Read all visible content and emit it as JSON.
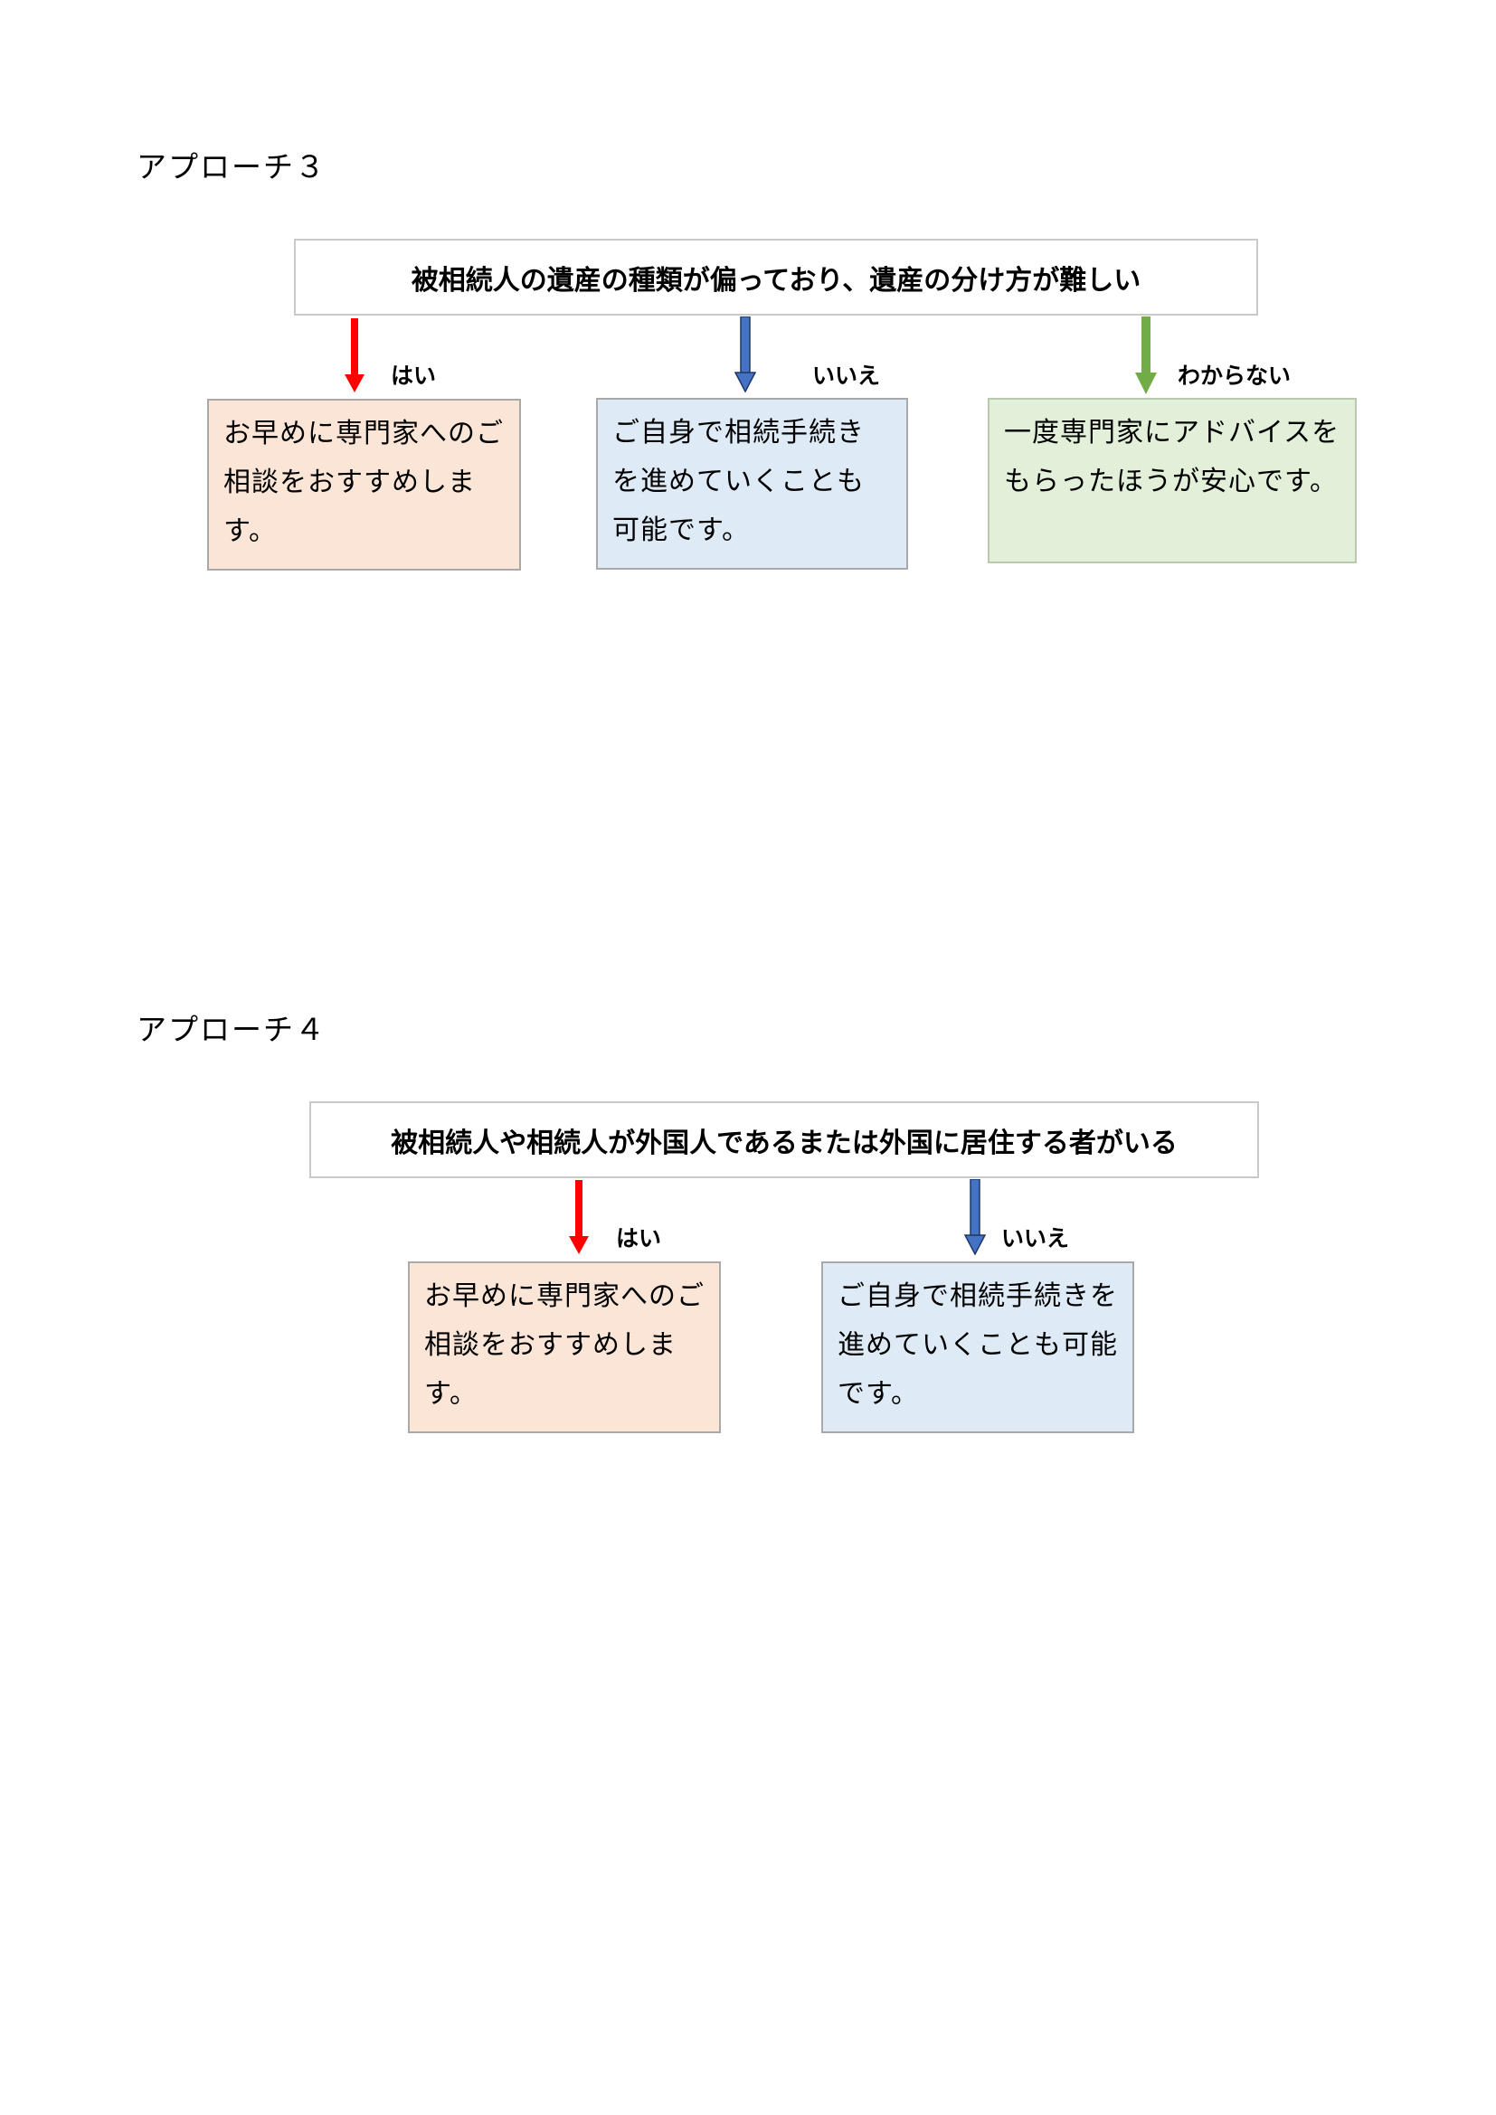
{
  "colors": {
    "yes_arrow": "#ff0000",
    "no_arrow": "#2f5597",
    "unknown_arrow": "#70ad47",
    "yes_box": "#fbe5d6",
    "no_box": "#deebf7",
    "unknown_box": "#e2f0d9"
  },
  "approach3": {
    "title": "アプローチ３",
    "question": "被相続人の遺産の種類が偏っており、遺産の分け方が難しい",
    "branches": [
      {
        "label": "はい",
        "answer": "お早めに専門家へのご相談をおすすめします。"
      },
      {
        "label": "いいえ",
        "answer": "ご自身で相続手続きを進めていくことも可能です。"
      },
      {
        "label": "わからない",
        "answer": "一度専門家にアドバイスをもらったほうが安心です。"
      }
    ]
  },
  "approach4": {
    "title": "アプローチ４",
    "question": "被相続人や相続人が外国人であるまたは外国に居住する者がいる",
    "branches": [
      {
        "label": "はい",
        "answer": "お早めに専門家へのご相談をおすすめします。"
      },
      {
        "label": "いいえ",
        "answer": "ご自身で相続手続きを進めていくことも可能です。"
      }
    ]
  }
}
